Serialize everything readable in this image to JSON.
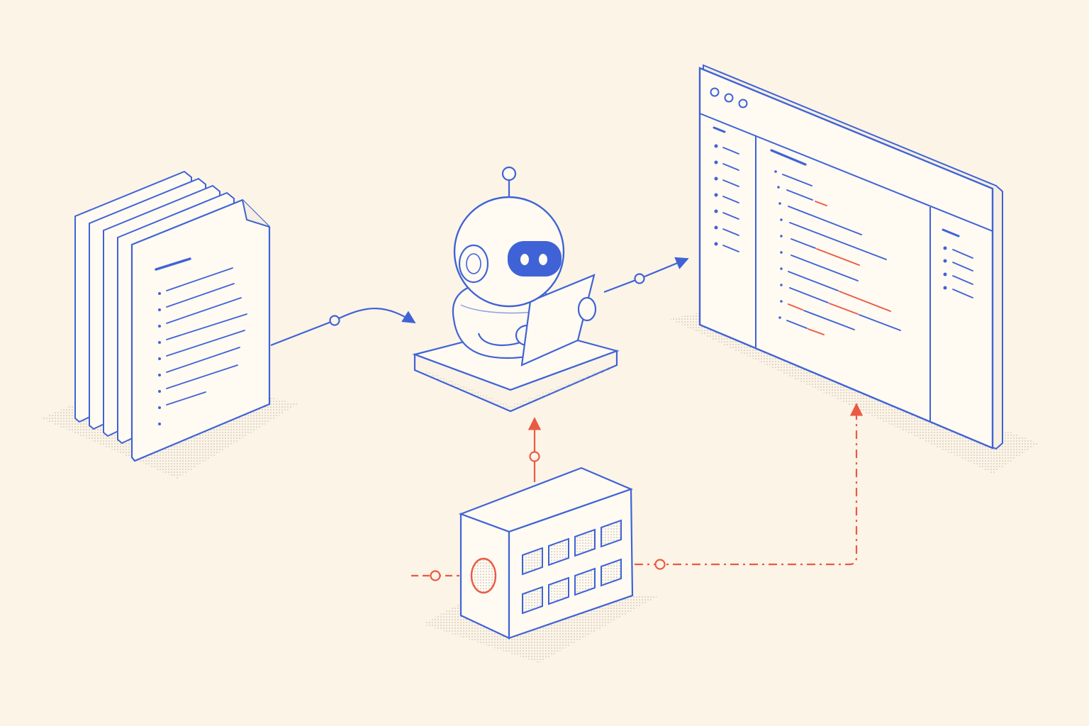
{
  "diagram": {
    "palette": {
      "background": "#fcf4e7",
      "primary": "#3f63d6",
      "accent": "#ea5a43",
      "paper": "#fffaf2",
      "shadow": "#c9c0b1"
    },
    "nodes": [
      {
        "id": "document-stack",
        "icon": "document-stack-icon",
        "pages": 5
      },
      {
        "id": "robot-agent",
        "icon": "robot-reading-icon"
      },
      {
        "id": "app-window",
        "icon": "browser-window-icon",
        "window_controls": 3
      },
      {
        "id": "control-box",
        "icon": "control-panel-icon",
        "keys": 8
      }
    ],
    "connectors": [
      {
        "from": "document-stack",
        "to": "robot-agent",
        "style": "solid",
        "color": "primary"
      },
      {
        "from": "robot-agent",
        "to": "app-window",
        "style": "solid",
        "color": "primary"
      },
      {
        "from": "control-box",
        "to": "robot-agent",
        "style": "solid",
        "color": "accent"
      },
      {
        "from": "control-box",
        "to": "app-window",
        "style": "dash-dot",
        "color": "accent"
      },
      {
        "from": "external-input",
        "to": "control-box",
        "style": "dashed",
        "color": "accent"
      }
    ]
  }
}
